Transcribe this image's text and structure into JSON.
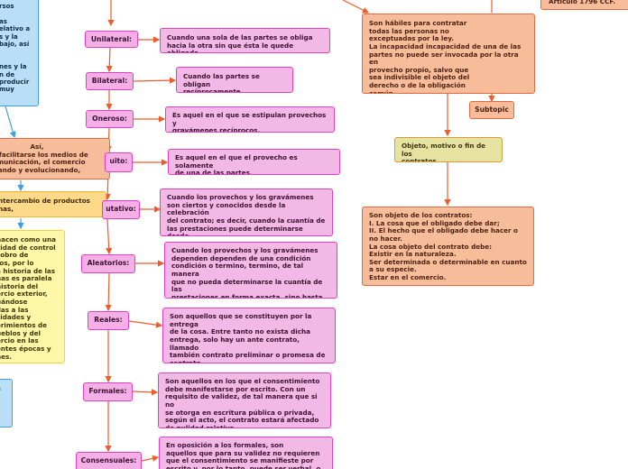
{
  "left_column": {
    "top_blue": "rsos\n\nas\nelativo a\n s y la\nbajo, así\n\n\nnes y la\nn de\nproducir\n muy",
    "salmon_box": "Así,\ne y facilitarse los medios de\n comunicación, el comercio\nllando y evolucionando,",
    "gold_box": "ntercambio de productos\nnas,",
    "cream_box": "nacen como una\nsidad de control\n cobro de\ntos, por lo\na historia de las\nnas es paralela\nnistoria del\nercio exterior,\nuándose\nllas a las\nsidades y\nerimientos de\nueblos y del\nercio en las\nentes épocas y\nnes.",
    "bottom_blue": "a"
  },
  "classification": [
    {
      "label": "Unilateral:",
      "desc": "Cuando una sola de las partes se obliga\nhacia la otra sin que ésta le quede obligada."
    },
    {
      "label": "Bilateral:",
      "desc": "Cuando las partes se obligan\nrecíprocamente."
    },
    {
      "label": "Oneroso:",
      "desc": "Es aquel en el que se estipulan provechos y\ngravámenes recíprocos."
    },
    {
      "label": "uito:",
      "desc": "Es aquel en el que el provecho es solamente\nde una de las partes."
    },
    {
      "label": "utativo:",
      "desc": "Cuando los provechos y los gravámenes\nson ciertos y conocidos desde la celebración\ndel contrato; es decir, cuando la cuantía de\nlas prestaciones puede determinarse desde\nla celebración del contrato."
    },
    {
      "label": "Aleatorios:",
      "desc": "Cuando los provechos y los gravámenes\ndependen dependen de una condición\ncondición o termino, termino, de tal manera\nque no pueda determinarse la cuantía de las\nprestaciones en forma exacta, sino hasta\nque se realice la condición o termino."
    },
    {
      "label": "Reales:",
      "desc": "Son aquellos que se constituyen por la\nentrega\n de la cosa. Entre tanto no exista dicha\nentrega, solo hay un ante contrato, llamado\ntambién contrato preliminar o promesa de\ncontrato."
    },
    {
      "label": "Formales:",
      "desc": "Son aquellos en los que el consentimiento\ndebe manifestarse por escrito. Con un\nrequisito de validez, de tal manera que si no\nse otorga en escritura pública o privada,\nsegún el acto, el contrato estará afectado\nde nulidad relativa."
    },
    {
      "label": "Consensuales:",
      "desc": "En oposición a los formales, son\naquellos que para su validez no requieren\nque el consentimiento se manifieste por\nescrito y, por lo tanto, puede ser verbal, o"
    }
  ],
  "right_column": {
    "article": "Artículo 1796 CCF.",
    "capacity": "Son hábiles para contratar\ntodas las personas no\nexceptuadas por la ley.\nLa incapacidad incapacidad de una de las\npartes no puede ser invocada por la otra en\nprovecho propio, salvo que\nsea indivisible el objeto del\nderecho o de la obligación\ncomún.",
    "subtopic": "Subtopic",
    "objeto_title": "Objeto, motivo o fin de los\ncontratos.",
    "objeto_desc": "Son objeto de los contratos:\n I. La cosa que el obligado debe dar;\n II. El hecho que el obligado debe hacer o\nno hacer.\nLa cosa objeto del contrato debe:\nExistir en la naturaleza.\nSer determinada o determinable en cuanto\na su especie.\nEstar en el comercio."
  },
  "colors": {
    "connector": "#ee5b2c",
    "connector_blue": "#3c9ee6"
  }
}
